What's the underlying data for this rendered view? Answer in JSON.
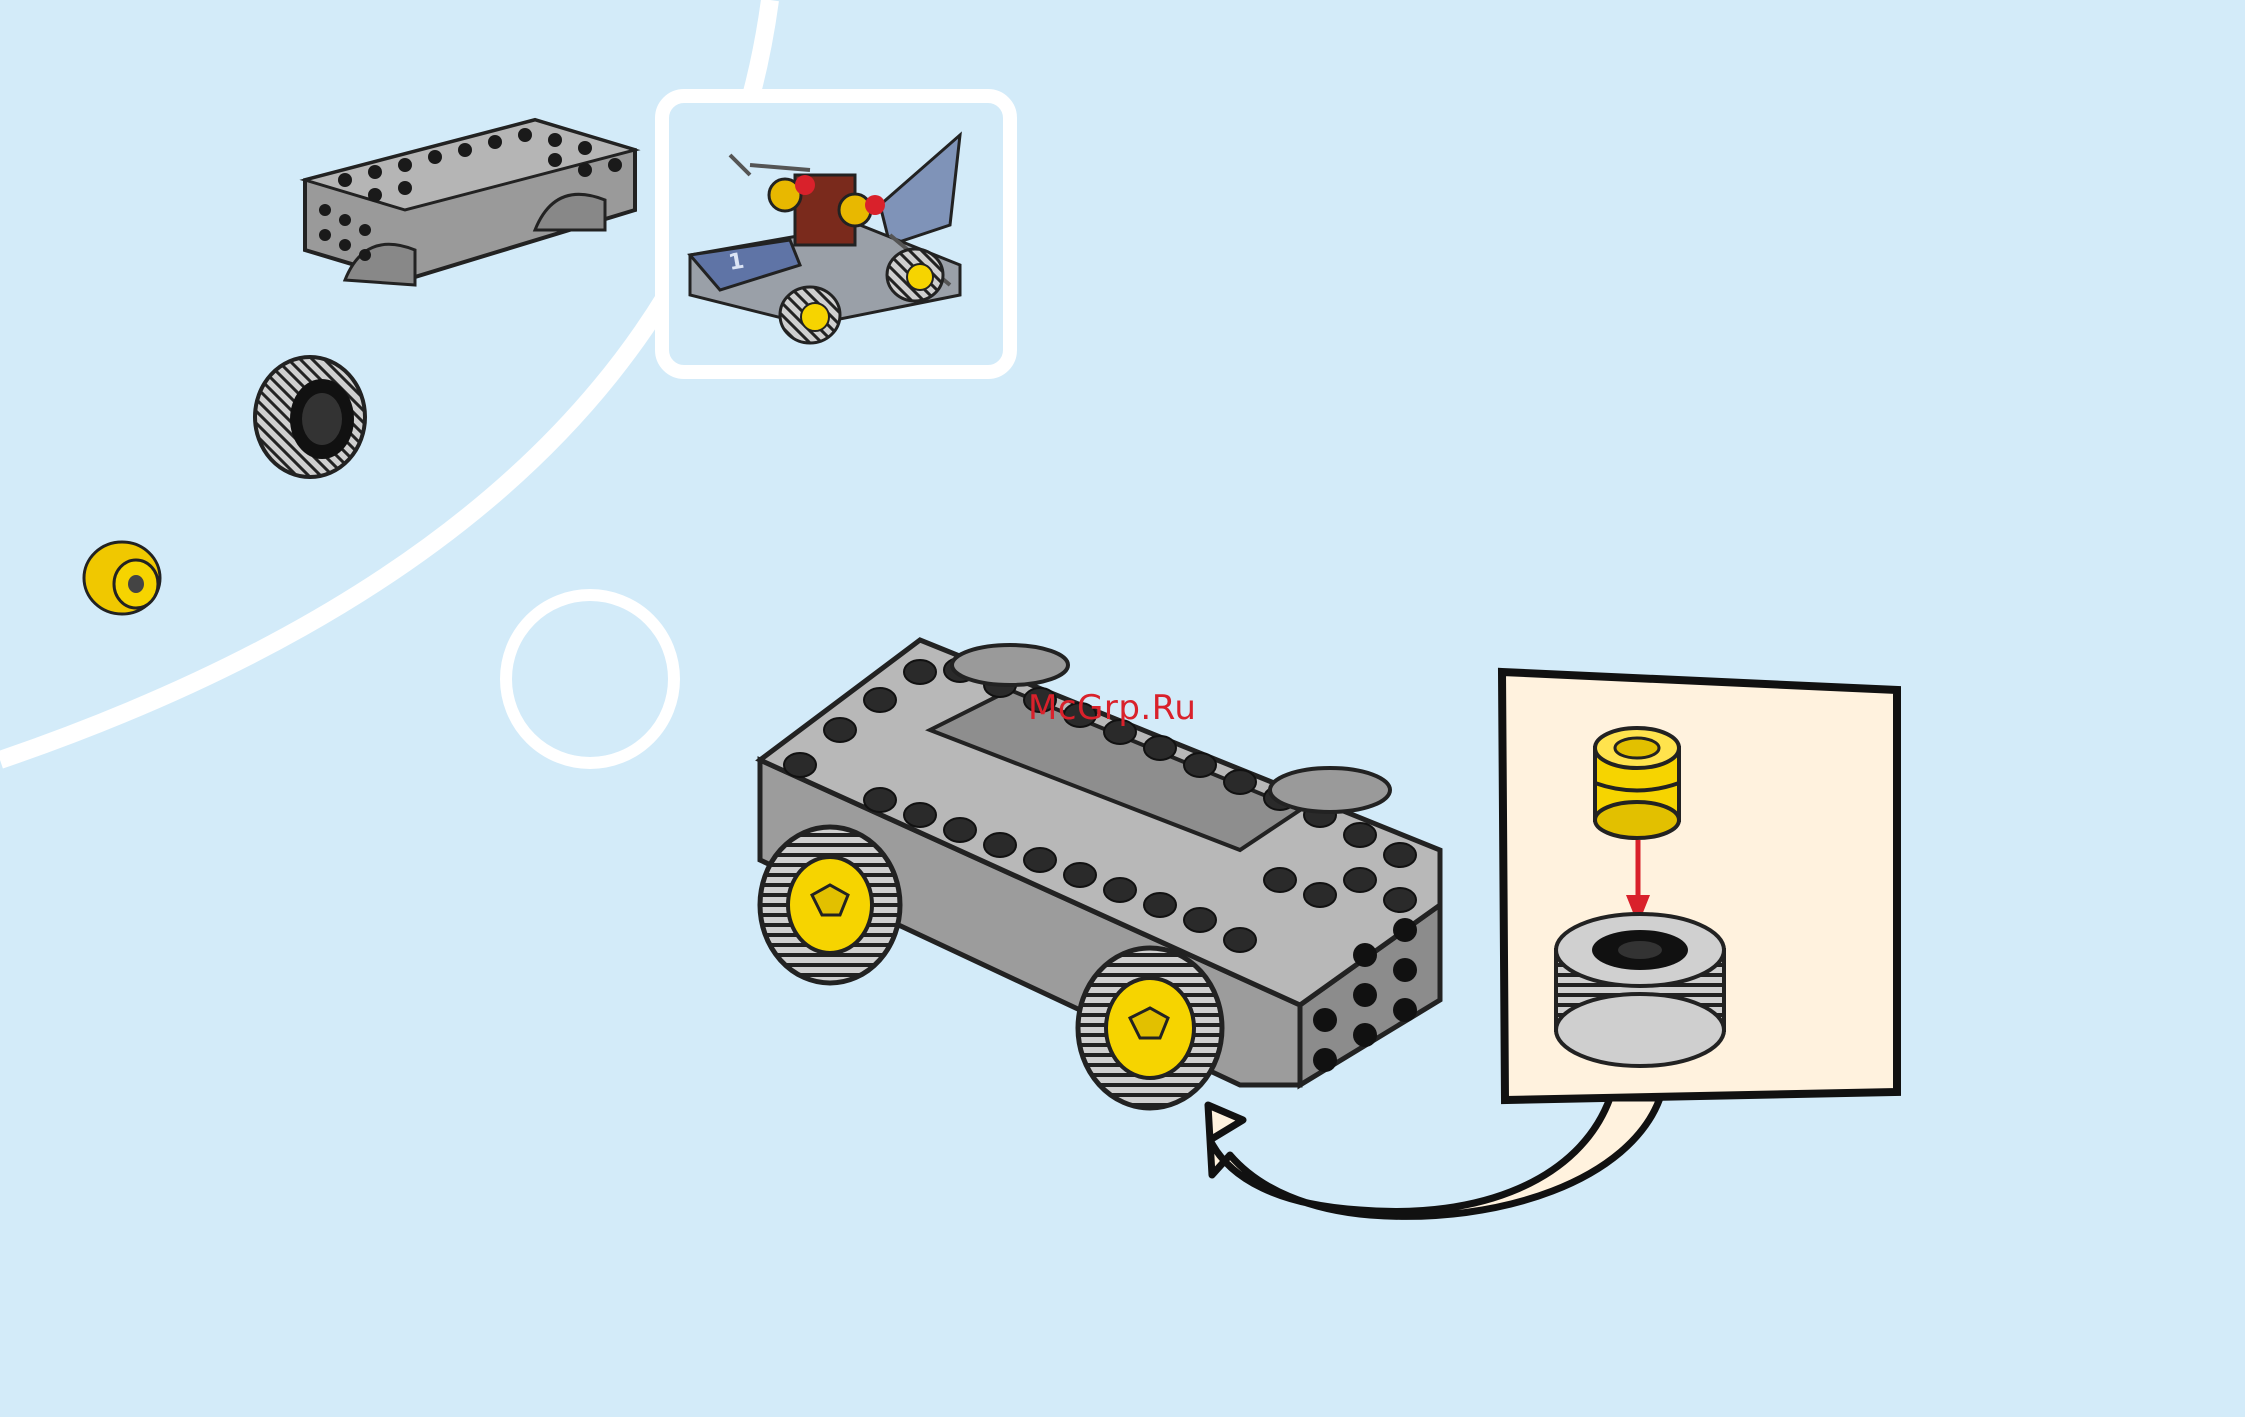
{
  "watermark": {
    "text": "McGrp.Ru"
  },
  "colors": {
    "background": "#d3ebf9",
    "callout_panel": "#fff2de",
    "arrow_fill": "#fff2de",
    "brick_gray": "#a9a9a9",
    "stud_black": "#1a1a1a",
    "hub_yellow": "#f6d400",
    "insert_arrow": "#d9212b"
  },
  "parts_list": {
    "items": [
      {
        "name": "gray-chassis-brick",
        "quantity": 1
      },
      {
        "name": "black-tire",
        "quantity": 1
      },
      {
        "name": "yellow-wheel-hub",
        "quantity": 1
      }
    ]
  },
  "completed_model": {
    "name": "completed-vehicle-preview"
  },
  "step_number": "",
  "subassembly": {
    "name": "wheel-assembly-callout"
  }
}
